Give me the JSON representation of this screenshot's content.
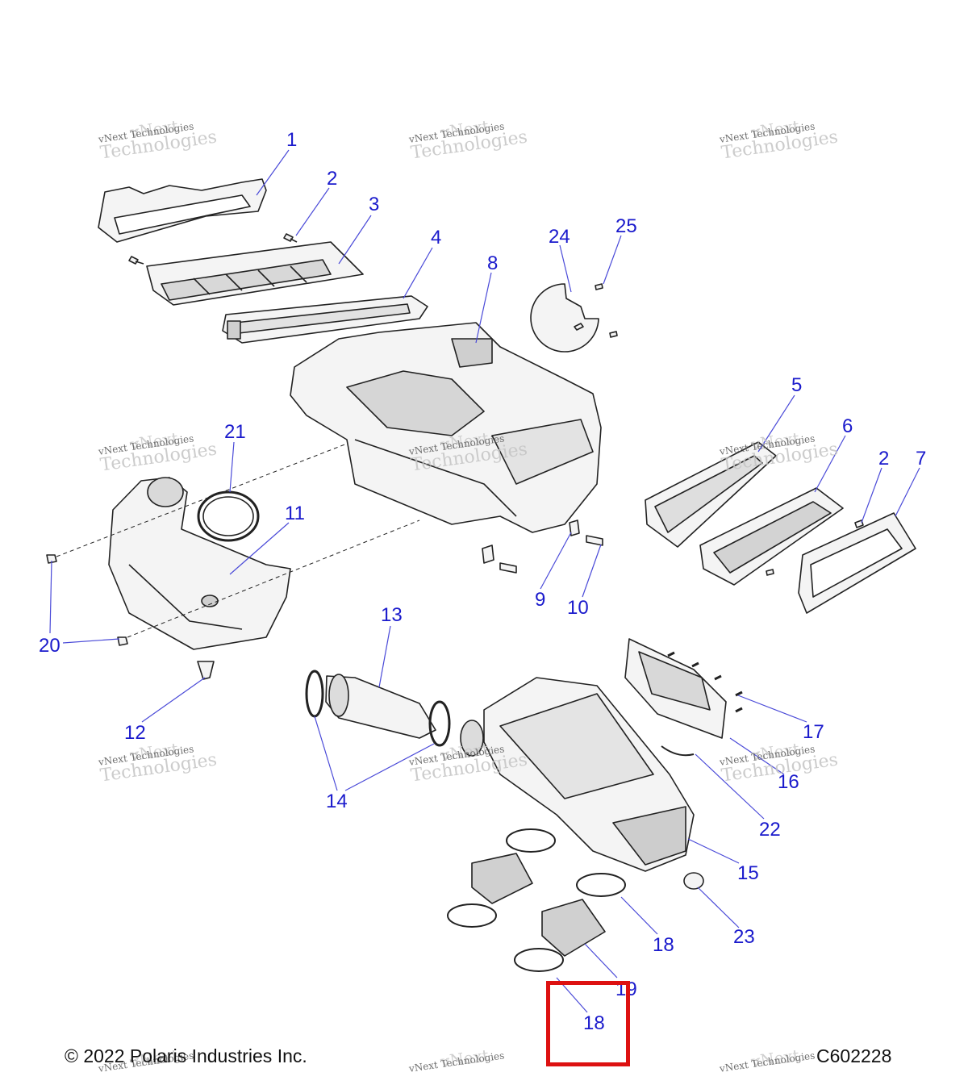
{
  "watermark": {
    "line0": "vNext",
    "line1": "vNext Technologies",
    "line2": "Technologies"
  },
  "callouts": [
    "1",
    "2",
    "3",
    "4",
    "8",
    "24",
    "25",
    "5",
    "6",
    "2",
    "7",
    "21",
    "11",
    "20",
    "9",
    "10",
    "12",
    "13",
    "14",
    "17",
    "16",
    "22",
    "15",
    "23",
    "18",
    "19",
    "18"
  ],
  "footer": {
    "copyright": "© 2022 Polaris Industries Inc.",
    "figure_code": "C602228"
  },
  "colors": {
    "callout": "#1a1acc",
    "leader": "#4a4ad8",
    "highlight": "#dd1111",
    "part_stroke": "#222222",
    "part_fill": "#f2f2f2",
    "part_shade": "#bdbdbd"
  }
}
